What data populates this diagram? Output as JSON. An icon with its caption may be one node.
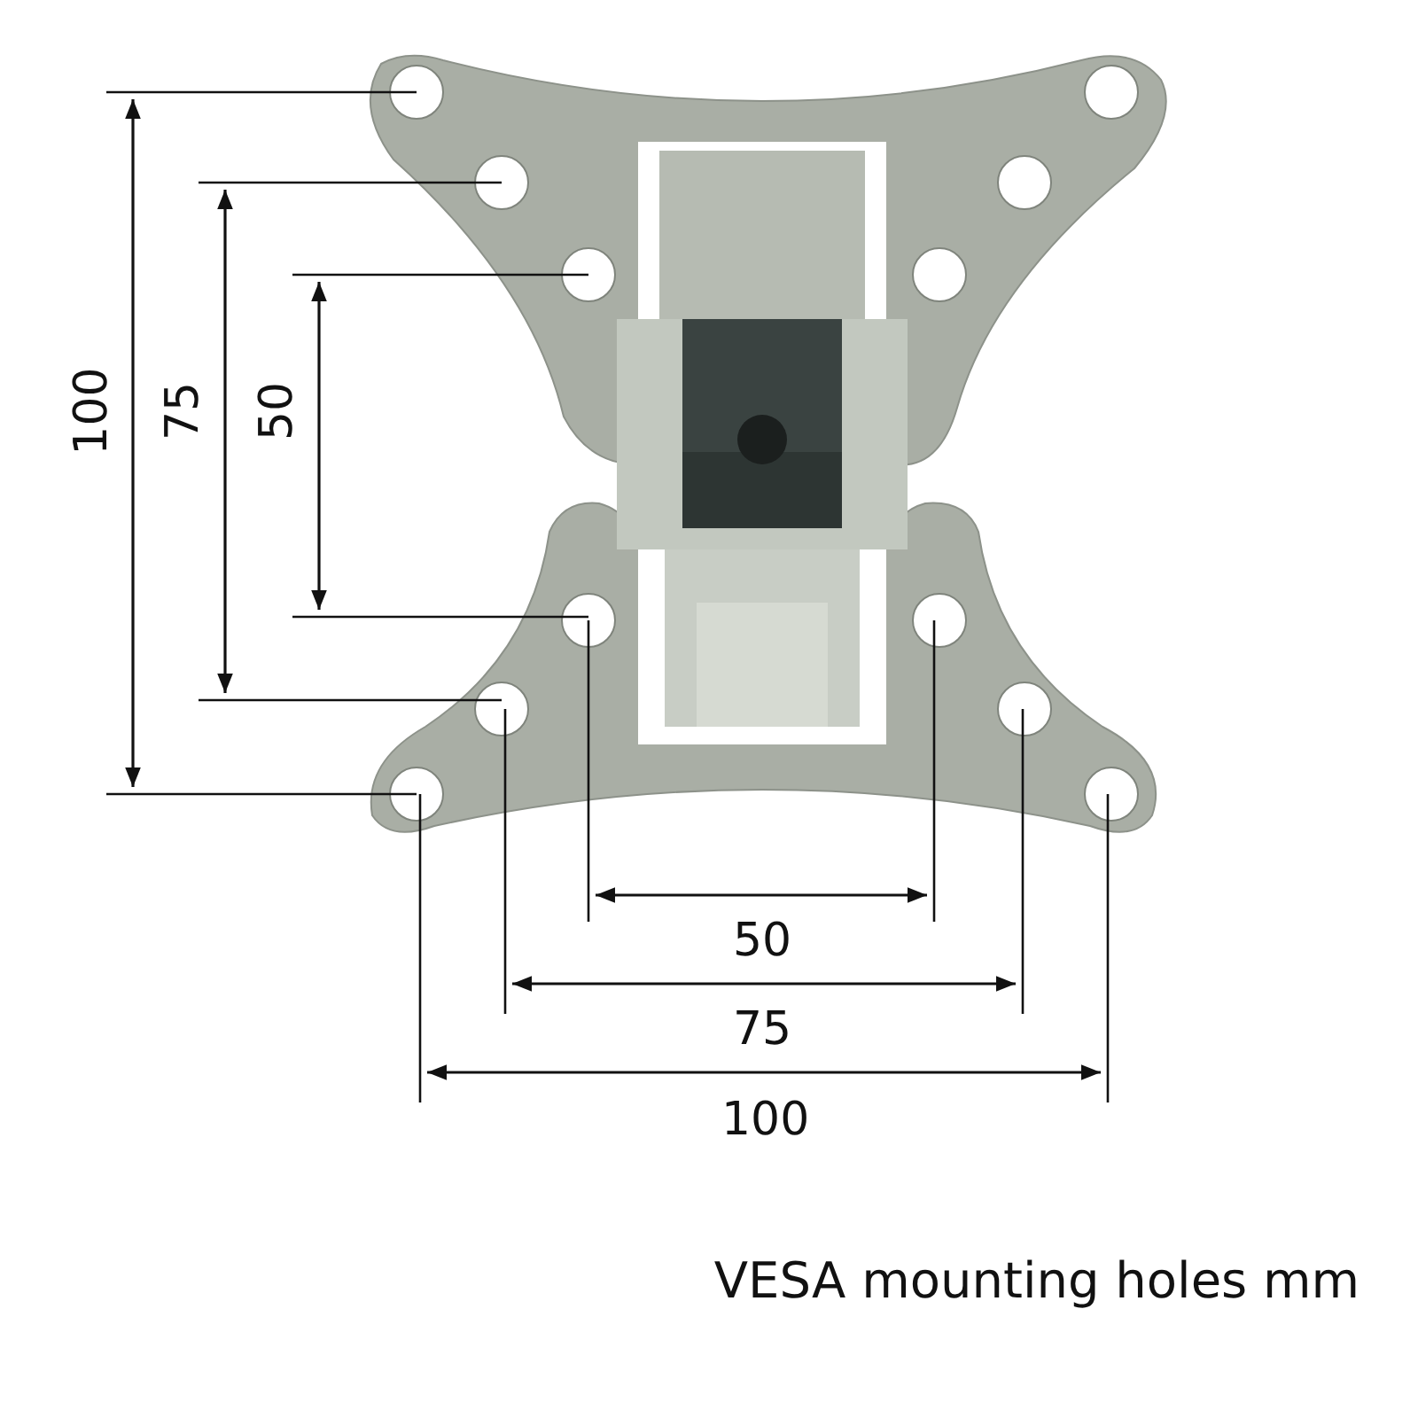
{
  "diagram": {
    "labels": [
      "100",
      "75",
      "50",
      "50",
      "75",
      "100",
      "VESA mounting holes mm"
    ]
  }
}
